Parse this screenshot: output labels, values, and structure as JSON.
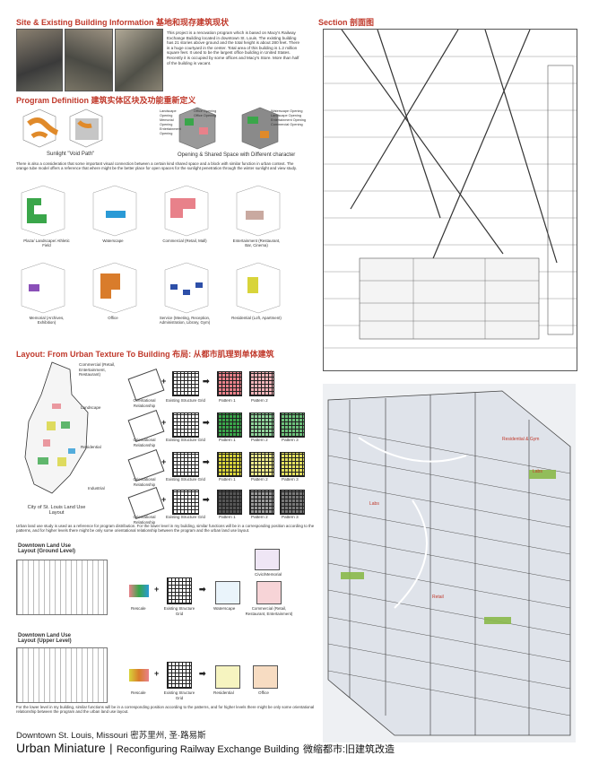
{
  "site_section": {
    "title": "Site & Existing Building Information 基地和现存建筑现状",
    "description": "This project is a renovation program which is based on Macy's Railway Exchange Building located in downtown St. Louis. The existing building has 21 stories above ground and the total height is about 280 feet. There is a huge courtyard in the center. Total area of this building is 1.2 million square feet. It used to be the largest office building in United States. Recently it is occupied by some offices and Macy's Store. More than half of the building is vacant."
  },
  "program_section": {
    "title": "Program Definition 建筑实体区块及功能重新定义",
    "sunlight_caption": "Sunlight \"Void Path\"",
    "opening_caption": "Opening & Shared Space with Different character",
    "opening_labels_left": [
      "Landscape Opening",
      "Memorial Opening",
      "Entertainment Opening",
      "Office Opening",
      "Office Opening"
    ],
    "opening_labels_right": [
      "Waterscape Opening",
      "Landscape Opening",
      "Entertainment Opening",
      "Commercial Opening"
    ],
    "description": "There is also a consideration that some important visual connection between a certain kind shared space and a block with similar function in urban context. The orange tube model offers a reference that where might be the better place for open spaces for the sunlight penetration through the winter sunlight and view study.",
    "programs": [
      {
        "label": "Plaza/ Landscape/ Athletic Field",
        "color": "#3aa64a"
      },
      {
        "label": "Waterscape",
        "color": "#2a9ad6"
      },
      {
        "label": "Commercial (Retail, Mall)",
        "color": "#e8818a"
      },
      {
        "label": "Entertainment (Restaurant, Bar, Cinema)",
        "color": "#c9a9a0"
      },
      {
        "label": "Memorial (Archives, Exhibition)",
        "color": "#8a4fb8"
      },
      {
        "label": "Office",
        "color": "#d97c2b"
      },
      {
        "label": "Service (Meeting, Reception, Administration, Library, Gym)",
        "color": "#2d4fa8"
      },
      {
        "label": "Residential (Loft, Apartment)",
        "color": "#d8d43a"
      }
    ]
  },
  "section_title": "Section 剖面图",
  "layout_section": {
    "title": "Layout: From Urban Texture To Building 布局: 从都市肌理到单体建筑",
    "map_caption": "City of St. Louis Land Use Layout",
    "rows": [
      {
        "label": "Commercial (Retail, Entertainment, Restaurant)",
        "step1": "Orientational Relationship",
        "step2": "Existing Structure Grid",
        "patterns": [
          "Pattern 1",
          "Pattern 2"
        ]
      },
      {
        "label": "Landscape",
        "step1": "Orientational Relationship",
        "step2": "Existing Structure Grid",
        "patterns": [
          "Pattern 1",
          "Pattern 2",
          "Pattern 3"
        ]
      },
      {
        "label": "Residential",
        "step1": "Orientational Relationship",
        "step2": "Existing Structure Grid",
        "patterns": [
          "Pattern 1",
          "Pattern 2",
          "Pattern 3"
        ]
      },
      {
        "label": "Industrial",
        "step1": "Orientational Relationship",
        "step2": "Existing Structure Grid",
        "patterns": [
          "Pattern 1",
          "Pattern 2",
          "Pattern 3"
        ]
      }
    ],
    "description": "Urban land use study is used as a reference for program distribution. For the lower level in my building, similar functions will be in a corresponding position according to the patterns, and for higher levels there might be only some orientational relationship between the program and the urban land use layout.",
    "downtown_ground": {
      "title": "Downtown Land Use Layout (Ground Level)",
      "items": [
        "Rescale",
        "Existing Structure Grid",
        "Waterscape",
        "Commercial (Retail, Restaurant, Entertainment)"
      ],
      "extra": "Civic/Memorial"
    },
    "downtown_upper": {
      "title": "Downtown Land Use Layout (Upper Level)",
      "items": [
        "Rescale",
        "Existing Structure Grid",
        "Residential",
        "Office"
      ]
    },
    "footer_text": "For the lower level in my building, similar functions will be in a corresponding position according to the patterns, and for higher levels there might be only some orientational relationship between the program and the urban land use layout."
  },
  "axon_labels": [
    "Residential & Gym",
    "Labs",
    "Retail",
    "Labs"
  ],
  "footer": {
    "location": "Downtown St. Louis, Missouri 密苏里州, 圣·路易斯",
    "title_en": "Urban Miniature",
    "title_sub": "Reconfiguring Railway Exchange Building",
    "title_cn": "微缩都市:旧建筑改造"
  }
}
